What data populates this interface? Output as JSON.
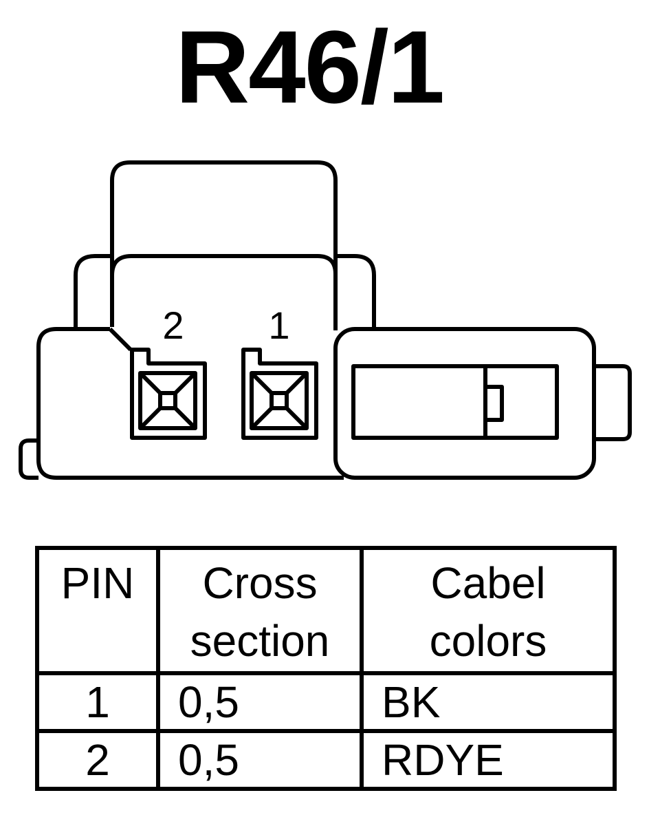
{
  "title": "R46/1",
  "connector": {
    "pin_labels": [
      "2",
      "1"
    ]
  },
  "table": {
    "headers": {
      "pin": "PIN",
      "cross_section": [
        "Cross",
        "section"
      ],
      "cable_colors": [
        "Cabel",
        "colors"
      ]
    },
    "rows": [
      {
        "pin": "1",
        "cross_section": "0,5",
        "color": "BK"
      },
      {
        "pin": "2",
        "cross_section": "0,5",
        "color": "RDYE"
      }
    ]
  }
}
